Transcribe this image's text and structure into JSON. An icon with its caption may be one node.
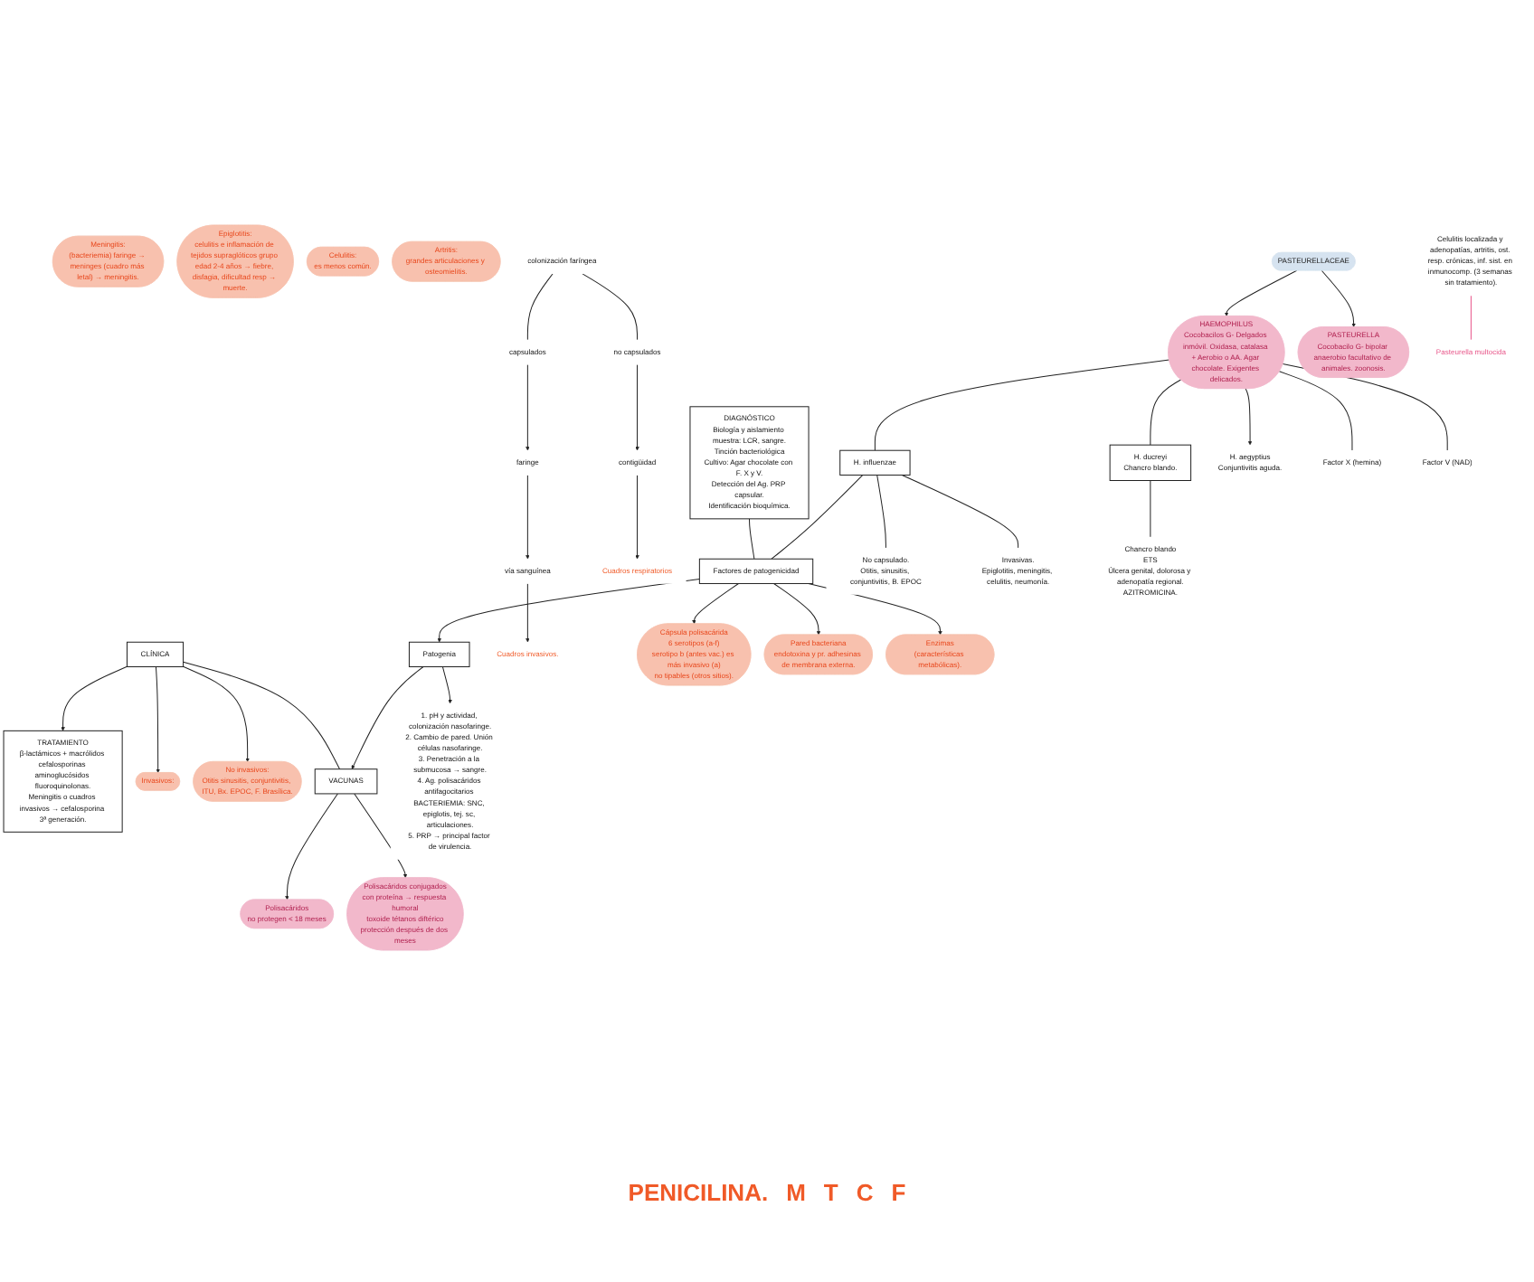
{
  "diagram": {
    "nodes": [
      {
        "text": [
          "CLÍNICA"
        ]
      },
      {
        "text": [
          "TRATAMIENTO",
          "β-lactámicos + macrólidos cefalosporinas aminoglucósidos fluoroquinolonas.",
          "Meningitis o cuadros invasivos → cefalosporina 3ª generación."
        ]
      },
      {
        "text": [
          "Invasivos:"
        ]
      },
      {
        "text": [
          "Meningitis:",
          "(bacteriemia) faringe → meninges (cuadro más letal) → meningitis."
        ]
      },
      {
        "text": [
          "Epiglotitis:",
          "celulitis e inflamación de tejidos supraglóticos grupo edad 2-4 años → fiebre, disfagia, dificultad resp → muerte."
        ]
      },
      {
        "text": [
          "Celulitis:",
          "es menos común."
        ]
      },
      {
        "text": [
          "Artritis:",
          "grandes articulaciones y osteomielitis."
        ]
      },
      {
        "text": [
          "No invasivos:",
          "Otitis sinusitis, conjuntivitis, ITU, Bx. EPOC, F. Brasílica."
        ]
      },
      {
        "text": [
          "VACUNAS"
        ]
      },
      {
        "text": [
          "Polisacáridos",
          "no protegen < 18 meses"
        ]
      },
      {
        "text": [
          "Polisacáridos conjugados",
          "con proteína → respuesta humoral",
          "toxoide tétanos diftérico",
          "protección después de dos meses"
        ]
      },
      {
        "text": [
          "DIAGNÓSTICO",
          "Biología y aislamiento muestra: LCR, sangre.",
          "Tinción bacteriológica",
          "Cultivo: Agar chocolate con F. X y V.",
          "Detección del Ag. PRP capsular.",
          "Identificación bioquímica."
        ]
      },
      {
        "text": [
          "Patogenia"
        ]
      },
      {
        "text": [
          "colonización faríngea"
        ]
      },
      {
        "text": [
          "capsulados"
        ]
      },
      {
        "text": [
          "faringe"
        ]
      },
      {
        "text": [
          "vía sanguínea"
        ]
      },
      {
        "text": [
          "Cuadros invasivos."
        ]
      },
      {
        "text": [
          "no capsulados"
        ]
      },
      {
        "text": [
          "contigüidad"
        ]
      },
      {
        "text": [
          "Cuadros respiratorios"
        ]
      },
      {
        "text": [
          "1. pH y actividad, colonización nasofaringe.",
          "2. Cambio de pared. Unión células nasofaringe.",
          "3. Penetración a la submucosa → sangre.",
          "4. Ag. polisacáridos antifagocitarios BACTERIEMIA: SNC, epiglotis, tej. sc, articulaciones.",
          "5. PRP → principal factor de virulencia."
        ]
      },
      {
        "text": [
          "Factores de patogenicidad"
        ]
      },
      {
        "text": [
          "Cápsula polisacárida",
          "6 serotipos (a-f)",
          "serotipo b (antes vac.) es más invasivo (a)",
          "no tipables (otros sitios)."
        ]
      },
      {
        "text": [
          "Pared bacteriana",
          "endotoxina y pr. adhesinas de membrana externa."
        ]
      },
      {
        "text": [
          "Enzimas",
          "(características metabólicas)."
        ]
      },
      {
        "text": [
          "H. influenzae"
        ]
      },
      {
        "text": [
          "H. ducreyi",
          "Chancro blando."
        ]
      },
      {
        "text": [
          "No capsulado.",
          "Otitis, sinusitis, conjuntivitis, B. EPOC"
        ]
      },
      {
        "text": [
          "Invasivas.",
          "Epiglotitis, meningitis, celulitis, neumonía."
        ]
      },
      {
        "text": [
          "Chancro blando",
          "ETS",
          "Úlcera genital, dolorosa y adenopatía regional.",
          "AZITROMICINA."
        ]
      },
      {
        "text": [
          "H. aegyptius",
          "Conjuntivitis aguda."
        ]
      },
      {
        "text": [
          "PASTEURELLACEAE"
        ]
      },
      {
        "text": [
          "HAEMOPHILUS",
          "Cocobacilos G- Delgados inmóvil. Oxidasa, catalasa + Aerobio o AA. Agar chocolate. Exigentes delicados."
        ]
      },
      {
        "text": [
          "Factor X (hemina)"
        ]
      },
      {
        "text": [
          "Factor V (NAD)"
        ]
      },
      {
        "text": [
          "PASTEURELLA",
          "Cocobacilo G- bipolar anaerobio facultativo de animales. zoonosis."
        ]
      },
      {
        "text": [
          "Pasteurella multocida"
        ]
      },
      {
        "text": [
          "Celulitis localizada y adenopatías, artritis, ost. resp. crónicas, inf. sist. en inmunocomp. (3 semanas sin tratamiento)."
        ]
      }
    ],
    "edges": [
      {
        "from": 0,
        "to": 1,
        "arrow": "to"
      },
      {
        "from": 0,
        "to": 8,
        "arrow": "none"
      },
      {
        "from": 0,
        "to": 2,
        "arrow": "to"
      },
      {
        "from": 0,
        "to": 7,
        "arrow": "to"
      },
      {
        "from": 11,
        "to": 22,
        "arrow": "none"
      },
      {
        "from": 22,
        "to": 12,
        "arrow": "to"
      },
      {
        "from": 12,
        "to": 8,
        "arrow": "to"
      },
      {
        "from": 12,
        "to": 21,
        "arrow": "to"
      },
      {
        "from": 8,
        "to": 9,
        "arrow": "to"
      },
      {
        "from": 8,
        "to": 10,
        "arrow": "to"
      },
      {
        "from": 13,
        "to": 14,
        "arrow": "none"
      },
      {
        "from": 13,
        "to": 18,
        "arrow": "none"
      },
      {
        "from": 14,
        "to": 15,
        "arrow": "to"
      },
      {
        "from": 15,
        "to": 16,
        "arrow": "to"
      },
      {
        "from": 16,
        "to": 17,
        "arrow": "to"
      },
      {
        "from": 18,
        "to": 19,
        "arrow": "to"
      },
      {
        "from": 19,
        "to": 20,
        "arrow": "to"
      },
      {
        "from": 22,
        "to": 23,
        "arrow": "to"
      },
      {
        "from": 22,
        "to": 24,
        "arrow": "to"
      },
      {
        "from": 22,
        "to": 25,
        "arrow": "to"
      },
      {
        "from": 26,
        "to": 22,
        "arrow": "none"
      },
      {
        "from": 26,
        "to": 28,
        "arrow": "none"
      },
      {
        "from": 26,
        "to": 29,
        "arrow": "none"
      },
      {
        "from": 27,
        "to": 30,
        "arrow": "none"
      },
      {
        "from": 33,
        "to": 26,
        "arrow": "none"
      },
      {
        "from": 33,
        "to": 27,
        "arrow": "none"
      },
      {
        "from": 33,
        "to": 31,
        "arrow": "to"
      },
      {
        "from": 32,
        "to": 33,
        "arrow": "to"
      },
      {
        "from": 32,
        "to": 36,
        "arrow": "to"
      },
      {
        "from": 33,
        "to": 34,
        "arrow": "none"
      },
      {
        "from": 33,
        "to": 35,
        "arrow": "none"
      },
      {
        "from": 38,
        "to": 37,
        "arrow": "none",
        "color": "#e8578a"
      }
    ],
    "labels": [
      "PENICILINA.",
      "M",
      "T",
      "C",
      "F"
    ]
  }
}
